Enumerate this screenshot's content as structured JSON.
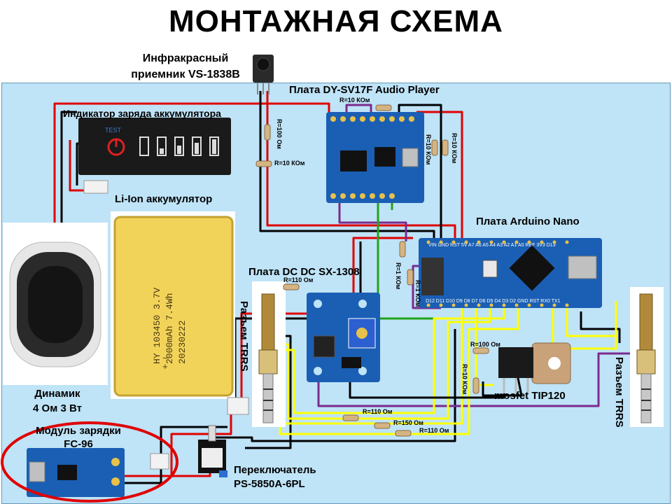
{
  "title": "МОНТАЖНАЯ СХЕМА",
  "components": {
    "ir_receiver": {
      "line1": "Инфракрасный",
      "line2": "приемник VS-1838B"
    },
    "charge_indicator": {
      "label": "Индикатор заряда аккумулятора",
      "test_text": "TEST"
    },
    "audio_player": {
      "label": "Плата DY-SV17F Audio Player"
    },
    "li_ion": {
      "label": "Li-Ion аккумулятор",
      "print1": "HY 103450 3.7V",
      "print2": "2000mAh 7.4Wh",
      "print3": "20230222",
      "plus": "+",
      "minus": "−"
    },
    "arduino": {
      "label": "Плата Arduino Nano",
      "top_pins": "D12 D11 D10 D9 D8 D7 D6 D5 D4 D3 D2 GND RST RX0 TX1",
      "bottom_pins": "VIN GND RST 5V A7 A6 A5 A4 A3 A2 A1 A0 REF 3V3 D13"
    },
    "dcdc": {
      "label": "Плата DC DC SX-1308"
    },
    "speaker": {
      "line1": "Динамик",
      "line2": "4 Ом 3 Вт"
    },
    "trrs_left": {
      "label": "Разъем TRRS"
    },
    "trrs_right": {
      "label": "Разъем TRRS"
    },
    "charger": {
      "line1": "Модуль зарядки",
      "line2": "FC-96"
    },
    "switch": {
      "line1": "Переключатель",
      "line2": "PS-5850A-6PL"
    },
    "mosfet": {
      "label": "mosfet TIP120"
    }
  },
  "resistors": [
    {
      "id": "r-top-player",
      "label": "R=10 КОм"
    },
    {
      "id": "r-ir-100",
      "label": "R=100 Ом"
    },
    {
      "id": "r-ir-10k",
      "label": "R=10 КОм"
    },
    {
      "id": "r-player-10k-a",
      "label": "R=10 КОм"
    },
    {
      "id": "r-player-10k-b",
      "label": "R=10 КОм"
    },
    {
      "id": "r-1k-a",
      "label": "R=1 КОм"
    },
    {
      "id": "r-1k-b",
      "label": "R=1 КОм"
    },
    {
      "id": "r-trrs-110",
      "label": "R=110 Ом"
    },
    {
      "id": "r-mosfet-100",
      "label": "R=100 Ом"
    },
    {
      "id": "r-mosfet-10k",
      "label": "R=10 КОм"
    },
    {
      "id": "r-bottom-110a",
      "label": "R=110 Ом"
    },
    {
      "id": "r-bottom-150",
      "label": "R=150 Ом"
    },
    {
      "id": "r-bottom-110b",
      "label": "R=110 Ом"
    }
  ],
  "colors": {
    "panel": "#bfe3f7",
    "wire_red": "#e00000",
    "wire_black": "#000000",
    "wire_yellow": "#ffff00",
    "wire_purple": "#7b2a8e",
    "wire_green": "#22a31a",
    "board_blue": "#1a5fb4",
    "highlight_circle": "#e00000"
  }
}
